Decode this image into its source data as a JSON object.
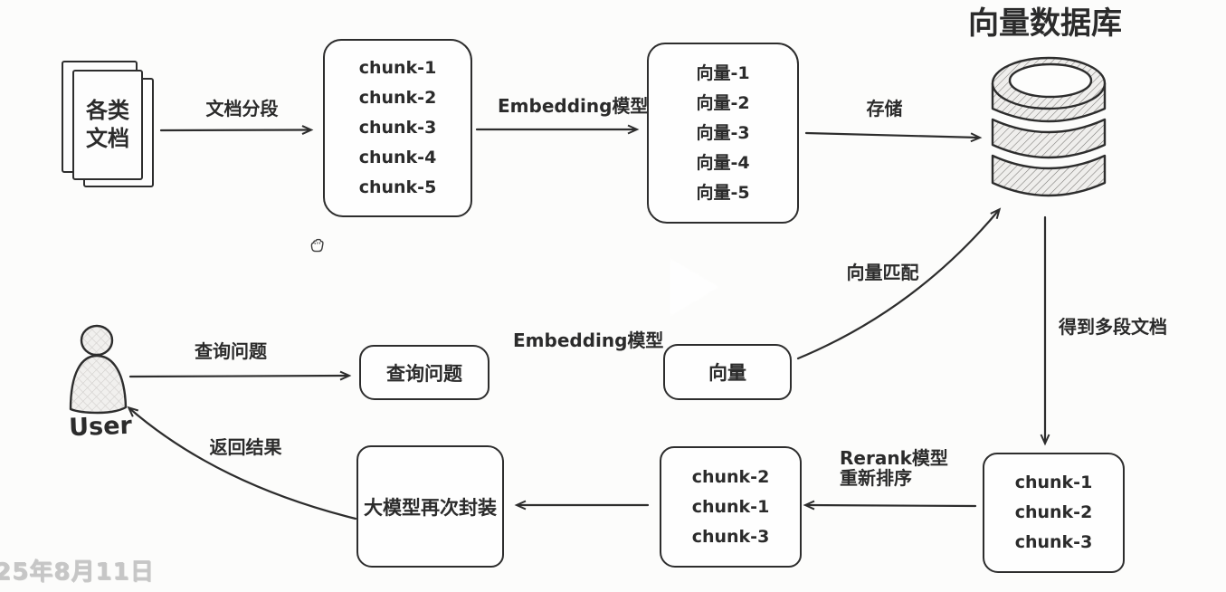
{
  "title": "向量数据库",
  "source_doc": {
    "line1": "各类",
    "line2": "文档"
  },
  "labels": {
    "segment": "文档分段",
    "embedding_top": "Embedding模型",
    "store": "存储",
    "match": "向量匹配",
    "retrieve": "得到多段文档",
    "rerank_line1": "Rerank模型",
    "rerank_line2": "重新排序",
    "embedding_bottom": "Embedding模型",
    "query_arrow": "查询问题",
    "return_arrow": "返回结果",
    "user": "User"
  },
  "boxes": {
    "chunks_top": [
      "chunk-1",
      "chunk-2",
      "chunk-3",
      "chunk-4",
      "chunk-5"
    ],
    "vectors_top": [
      "向量-1",
      "向量-2",
      "向量-3",
      "向量-4",
      "向量-5"
    ],
    "query": "查询问题",
    "vector": "向量",
    "llm": "大模型再次封装",
    "reranked": [
      "chunk-2",
      "chunk-1",
      "chunk-3"
    ],
    "retrieved": [
      "chunk-1",
      "chunk-2",
      "chunk-3"
    ]
  },
  "watermark": "25年8月11日",
  "icons": {
    "database": "cylinder-stack",
    "user": "person-silhouette",
    "hand": "grab-cursor",
    "play": "play-triangle"
  },
  "colors": {
    "stroke": "#2d2d2d",
    "background": "#fcfcfb",
    "watermark": "#c6c6c6",
    "hatch_fill": "#efeeec"
  }
}
